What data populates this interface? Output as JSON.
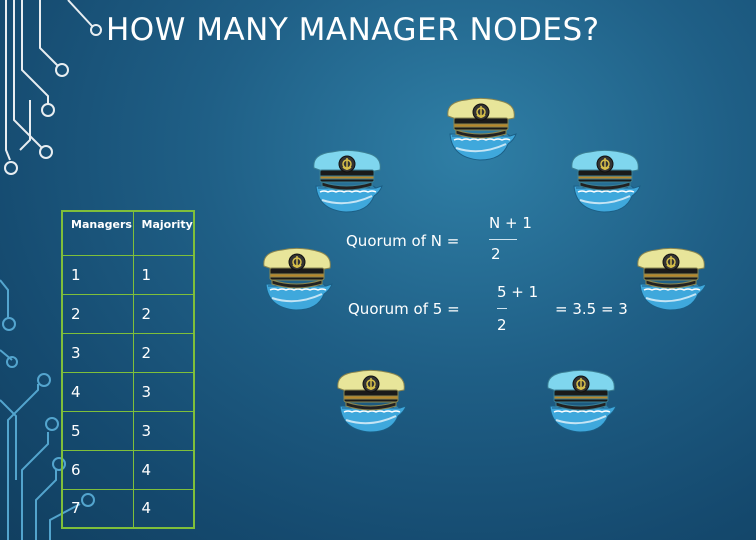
{
  "slide": {
    "title": "HOW MANY MANAGER NODES?"
  },
  "table": {
    "headers": [
      "Managers",
      "Majority"
    ],
    "rows": [
      [
        "1",
        "1"
      ],
      [
        "2",
        "2"
      ],
      [
        "3",
        "2"
      ],
      [
        "4",
        "3"
      ],
      [
        "5",
        "3"
      ],
      [
        "6",
        "4"
      ],
      [
        "7",
        "4"
      ]
    ]
  },
  "formulas": {
    "f1_label": "Quorum of N =",
    "f1_numerator": "N + 1",
    "f1_denominator": "2",
    "f2_label": "Quorum of 5 =",
    "f2_numerator": "5 + 1",
    "f2_denominator": "2",
    "f2_result": "= 3.5 = 3"
  },
  "colors": {
    "table_border": "#7fbf3a",
    "hat_yellow": "#e8e59a",
    "hat_blue": "#7fd6ee",
    "whale_blue": "#3fa8dc"
  },
  "icons": {
    "manager_node": "docker-whale-captain-hat-icon"
  }
}
